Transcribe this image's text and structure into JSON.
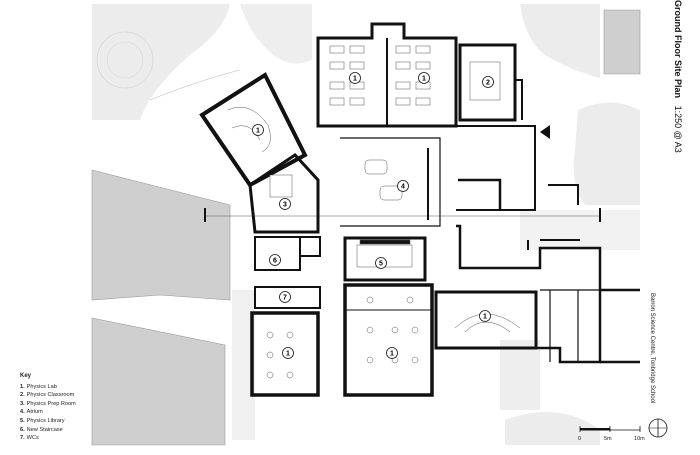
{
  "title": {
    "main": "Ground Floor Site Plan",
    "scale": "1:250 @ A3"
  },
  "subtitle": "Barron Science Centre, Tonbridge School",
  "key": {
    "heading": "Key",
    "items": [
      {
        "num": "1.",
        "label": "Physics Lab"
      },
      {
        "num": "2.",
        "label": "Physics Classroom"
      },
      {
        "num": "3.",
        "label": "Physics Prep Room"
      },
      {
        "num": "4.",
        "label": "Atrium"
      },
      {
        "num": "5.",
        "label": "Physics Library"
      },
      {
        "num": "6.",
        "label": "New Staircase"
      },
      {
        "num": "7.",
        "label": "WCs"
      }
    ]
  },
  "room_labels": [
    {
      "id": "lab-north-a",
      "num": "1"
    },
    {
      "id": "lab-north-b",
      "num": "1"
    },
    {
      "id": "classroom",
      "num": "2"
    },
    {
      "id": "lab-octagon",
      "num": "1"
    },
    {
      "id": "prep-room",
      "num": "3"
    },
    {
      "id": "atrium",
      "num": "4"
    },
    {
      "id": "library",
      "num": "5"
    },
    {
      "id": "staircase",
      "num": "6"
    },
    {
      "id": "wcs",
      "num": "7"
    },
    {
      "id": "lab-southwest",
      "num": "1"
    },
    {
      "id": "lab-south",
      "num": "1"
    },
    {
      "id": "lab-east",
      "num": "1"
    }
  ],
  "scale_bar": {
    "labels": [
      "0",
      "5m",
      "10m"
    ]
  },
  "colors": {
    "wall": "#111111",
    "context_building": "#cfcfcf",
    "landscape": "#e9e9e9",
    "path": "#f4f4f4"
  }
}
